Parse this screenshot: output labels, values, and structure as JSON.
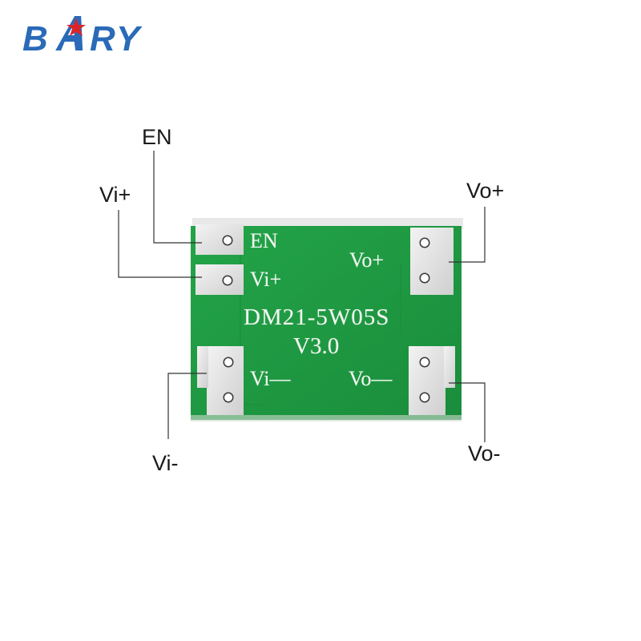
{
  "logo": {
    "text": "BARY",
    "color": "#2a6ab8",
    "star_color": "#d9252a"
  },
  "callouts": {
    "en": "EN",
    "vi_plus": "Vi+",
    "vo_plus": "Vo+",
    "vi_minus": "Vi-",
    "vo_minus": "Vo-"
  },
  "board": {
    "model": "DM21-5W05S",
    "version": "V3.0",
    "pin_labels": {
      "en": "EN",
      "vi_plus": "Vi+",
      "vo_plus": "Vo+",
      "vi_minus": "Vi—",
      "vo_minus": "Vo—"
    },
    "colors": {
      "pcb": "#1f9a42",
      "pad": "#e6e6e6",
      "edge": "#d9d9d9"
    }
  }
}
